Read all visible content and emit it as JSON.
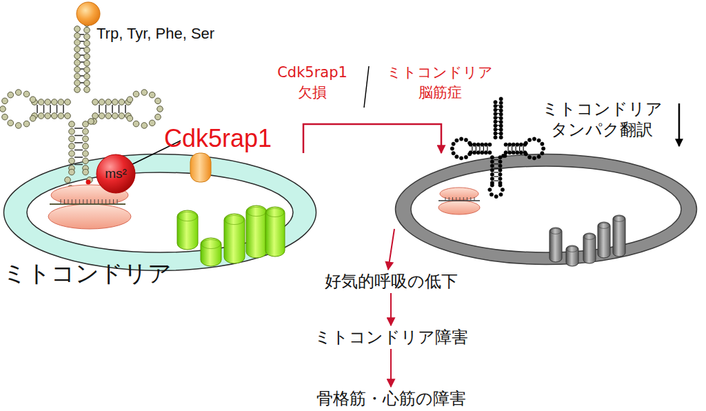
{
  "diagram": {
    "nodes": [
      {
        "text": [
          "ミトコンドリア"
        ]
      },
      {
        "text": [
          "ms²"
        ],
        "in": 0
      },
      {
        "text": [
          "ミトコンドリア タンパク翻訳"
        ]
      },
      {
        "text": [
          "好気的呼吸の低下"
        ]
      },
      {
        "text": [
          "ミトコンドリア障害"
        ]
      },
      {
        "text": [
          "骨格筋・心筋の障害"
        ]
      }
    ],
    "edges": [
      {
        "from": 0,
        "to": 2,
        "arrow": "to"
      },
      {
        "from": 2,
        "to": 3,
        "arrow": "to"
      },
      {
        "from": 3,
        "to": 4,
        "arrow": "to"
      },
      {
        "from": 4,
        "to": 5,
        "arrow": "to"
      }
    ],
    "labels": [
      "Trp, Tyr, Phe, Ser",
      "Cdk5rap1",
      "Cdk5rap1 欠損",
      "ミトコンドリア 脳筋症"
    ]
  }
}
